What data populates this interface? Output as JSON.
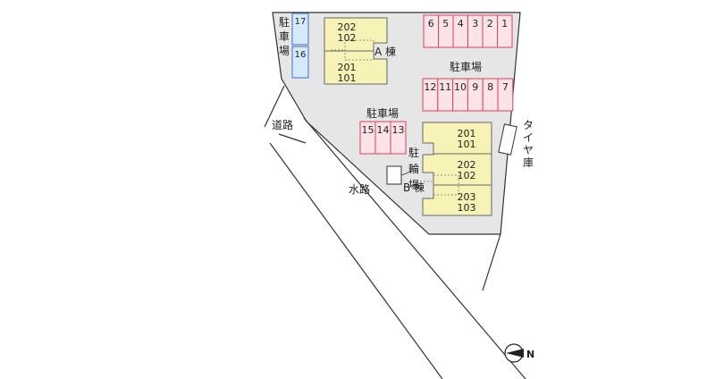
{
  "site": {
    "parking_main_label": "駐車場",
    "parking_mid_label": "駐車場",
    "parking_left_label": [
      "駐",
      "車",
      "場"
    ],
    "bicycle_label": [
      "駐",
      "輪",
      "場"
    ],
    "road_label": "道路",
    "waterway_label": "水路",
    "tire_storage_label": [
      "タ",
      "イ",
      "ヤ",
      "庫"
    ],
    "north_label": "N"
  },
  "building_a": {
    "name": "A 棟",
    "units": [
      {
        "upper": "202",
        "lower": "102"
      },
      {
        "upper": "201",
        "lower": "101"
      }
    ]
  },
  "building_b": {
    "name": "B 棟",
    "units": [
      {
        "upper": "201",
        "lower": "101"
      },
      {
        "upper": "202",
        "lower": "102"
      },
      {
        "upper": "203",
        "lower": "103"
      }
    ]
  },
  "parking_top_row": [
    "6",
    "5",
    "4",
    "3",
    "2",
    "1"
  ],
  "parking_second_row": [
    "12",
    "11",
    "10",
    "9",
    "8",
    "7"
  ],
  "parking_mid_row": [
    "15",
    "14",
    "13"
  ],
  "parking_left_column": [
    "17",
    "16"
  ],
  "colors": {
    "lot": "#e6e6e6",
    "building": "#f7f3b6",
    "parking_red": "#fbe3e8",
    "parking_red_border": "#d9415f",
    "parking_blue": "#d6e9fb",
    "parking_blue_border": "#3f6fd1"
  }
}
